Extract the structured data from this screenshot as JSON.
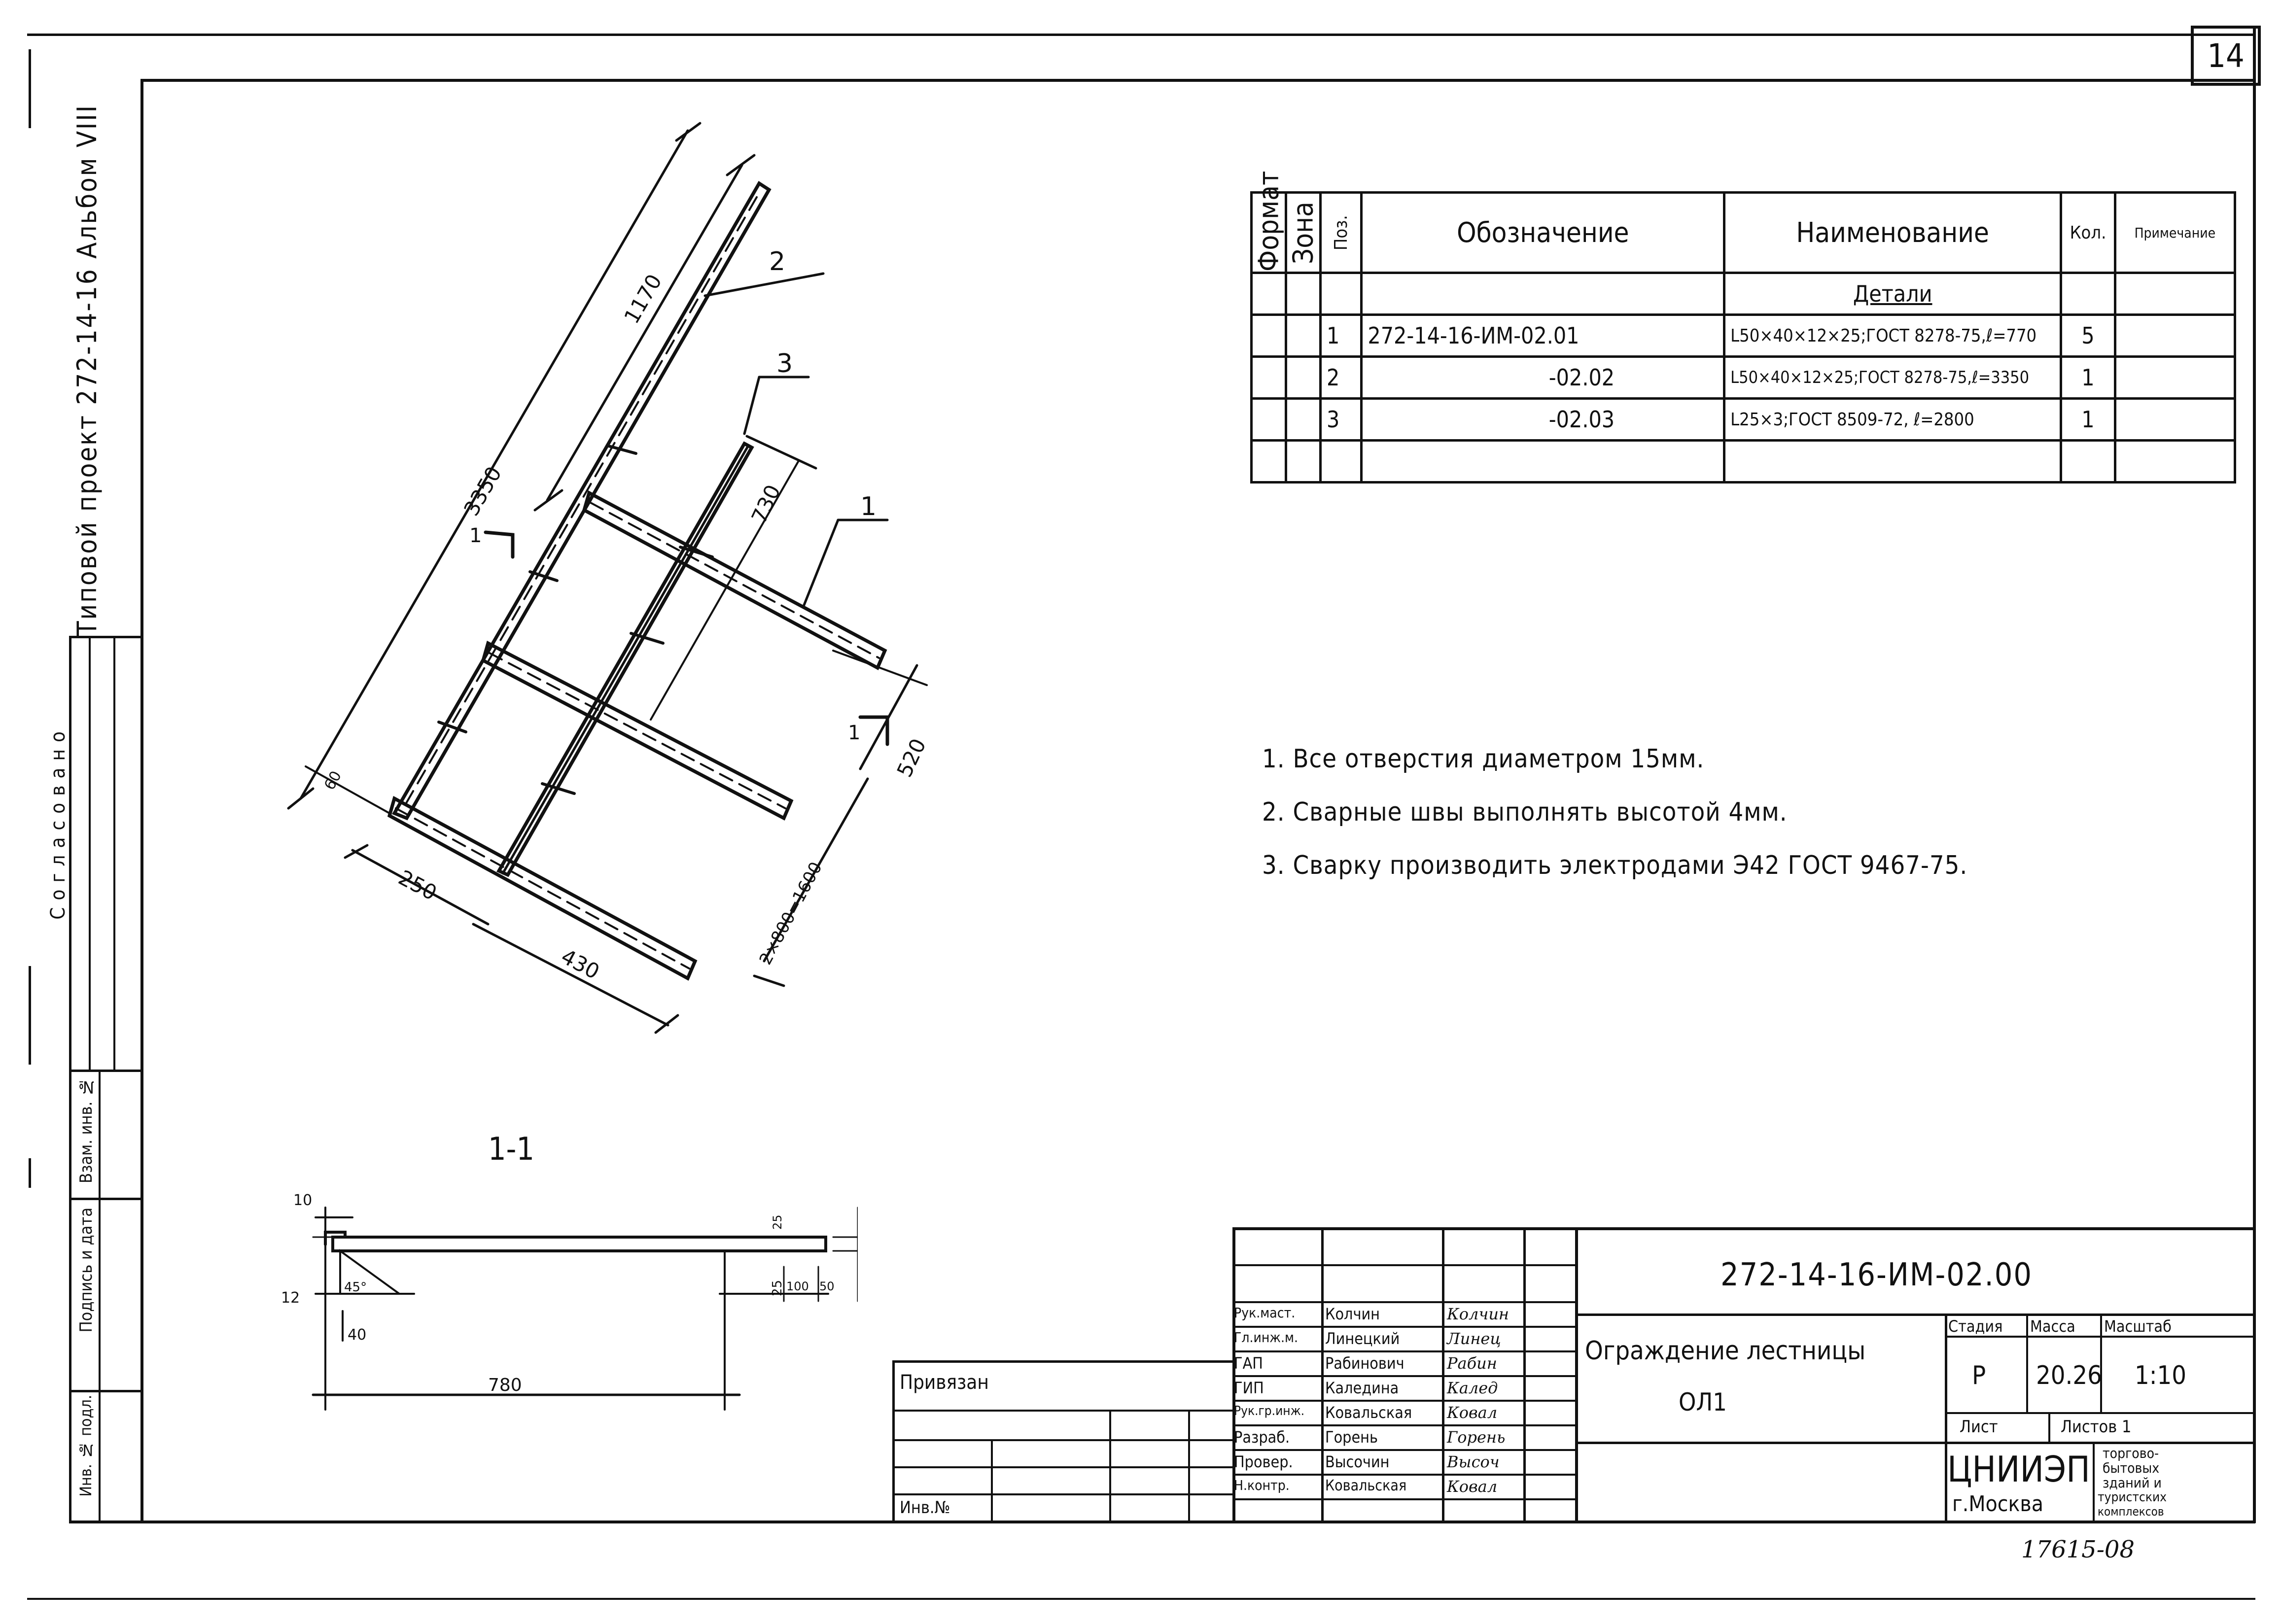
{
  "sheet_number": "14",
  "vertical_title": "Типовой проект 272-14-16 Альбом VIII",
  "left_stamp": {
    "agreed": "Согласовано",
    "inv_orig": "Инв. № подл.",
    "sign_date": "Подпись и дата",
    "replace_inv": "Взам. инв. №"
  },
  "drawing": {
    "dims": {
      "d3350": "3350",
      "d1170": "1170",
      "d730": "730",
      "d520": "520",
      "d2x800": "2×800=1600",
      "d250": "250",
      "d430": "430",
      "d60": "60"
    },
    "positions": {
      "p1": "1",
      "p2": "2",
      "p3": "3"
    },
    "cut_mark": "1",
    "section_title": "1-1",
    "section_dims": {
      "d10": "10",
      "d12": "12",
      "d45": "45°",
      "d40": "40",
      "d780": "780",
      "d100": "100",
      "d50": "50",
      "d25a": "25",
      "d25b": "25"
    }
  },
  "spec_table": {
    "headers": {
      "format": "Формат",
      "zone": "Зона",
      "pos": "Поз.",
      "designation": "Обозначение",
      "name": "Наименование",
      "qty": "Кол.",
      "note": "Примечание"
    },
    "section": "Детали",
    "rows": [
      {
        "pos": "1",
        "designation": "272-14-16-ИМ-02.01",
        "name": "L50×40×12×25;ГОСТ 8278-75,ℓ=770",
        "qty": "5"
      },
      {
        "pos": "2",
        "designation": "-02.02",
        "name": "L50×40×12×25;ГОСТ 8278-75,ℓ=3350",
        "qty": "1"
      },
      {
        "pos": "3",
        "designation": "-02.03",
        "name": "L25×3;ГОСТ 8509-72, ℓ=2800",
        "qty": "1"
      }
    ]
  },
  "notes": [
    "1. Все отверстия диаметром 15мм.",
    "2. Сварные швы выполнять высотой 4мм.",
    "3. Сварку производить электродами Э42 ГОСТ 9467-75."
  ],
  "title_block": {
    "doc_code": "272-14-16-ИМ-02.00",
    "title_line1": "Ограждение лестницы",
    "title_line2": "ОЛ1",
    "stage_label": "Стадия",
    "stage": "Р",
    "mass_label": "Масса",
    "mass": "20.26",
    "scale_label": "Масштаб",
    "scale": "1:10",
    "sheet_label": "Лист",
    "sheets_label": "Листов 1",
    "org": "ЦНИИЭП",
    "city": "г.Москва",
    "org_desc": [
      "торгово-",
      "бытовых",
      "зданий и",
      "туристских",
      "комплексов"
    ],
    "roles": [
      {
        "role": "Рук.маст.",
        "name": "Колчин",
        "sign": "Колчин"
      },
      {
        "role": "Гл.инж.м.",
        "name": "Линецкий",
        "sign": "Линец"
      },
      {
        "role": "ГАП",
        "name": "Рабинович",
        "sign": "Рабин"
      },
      {
        "role": "ГИП",
        "name": "Каледина",
        "sign": "Калед"
      },
      {
        "role": "Рук.гр.инж.",
        "name": "Ковальская",
        "sign": "Ковал"
      },
      {
        "role": "Разраб.",
        "name": "Горень",
        "sign": "Горень"
      },
      {
        "role": "Провер.",
        "name": "Высочин",
        "sign": "Высоч"
      },
      {
        "role": "Н.контр.",
        "name": "Ковальская",
        "sign": "Ковал"
      }
    ],
    "linked": "Привязан",
    "inv_no": "Инв.№"
  },
  "stamp_bottom": "17615-08"
}
